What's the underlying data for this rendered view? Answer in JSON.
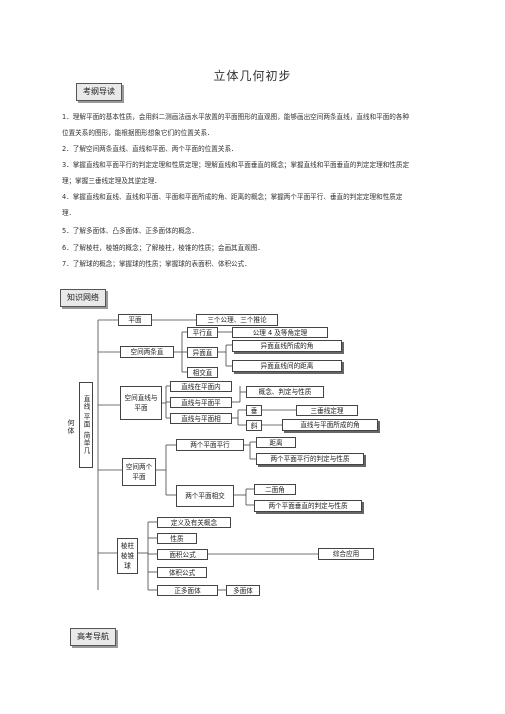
{
  "title": "立体几何初步",
  "sections": {
    "exam_guide": "考纲导读",
    "knowledge_network": "知识网络",
    "gaokao_guide": "高考导航"
  },
  "guide_items": [
    "1．理解平面的基本性质，会用斜二测画法画水平放置的平面图形的直观图，能够画出空间两条直线，直线和平面的各种位置关系的图形，能根据图形想象它们的位置关系．",
    "2．了解空间两条直线、直线和平面、两个平面的位置关系．",
    "3．掌握直线和平面平行的判定定理和性质定理；理解直线和平面垂直的概念；掌握直线和平面垂直的判定定理和性质定理；掌握三垂线定理及其逆定理．",
    "4．掌握直线和直线、直线和平面、平面和平面所成的角、距离的概念；掌握两个平面平行、垂直的判定定理和性质定理．",
    "5．了解多面体、凸多面体、正多面体的概念．",
    "6．了解棱柱，棱锥的概念；了解棱柱，棱锥的性质；会画其直观图．",
    "7．了解球的概念；掌握球的性质；掌握球的表面积、体积公式．"
  ],
  "network": {
    "root": "何体",
    "main_branch": "直线 平面 简单几",
    "plane": "平面",
    "axioms": "三个公理、三个推论",
    "lines_in_space": "空间两条直",
    "parallel": "平行直",
    "axiom4": "公理 4 及等角定理",
    "skew": "异面直",
    "skew_angle": "异面直线所成的角",
    "intersect": "相交直",
    "skew_distance": "异面直线间的距离",
    "line_plane": "空间直线与平面",
    "line_in_plane": "直线在平面内",
    "line_plane_parallel": "直线与平面平",
    "concept_criteria": "概念、判定与性质",
    "line_plane_intersect": "直线与平面相",
    "perpendicular": "垂",
    "three_perp": "三垂线定理",
    "oblique": "斜",
    "line_plane_angle": "直线与平面所成的角",
    "two_planes": "空间两个平面",
    "planes_parallel": "两个平面平行",
    "distance": "距离",
    "planes_parallel_criteria": "两个平面平行的判定与性质",
    "planes_intersect": "两个平面相交",
    "dihedral": "二面角",
    "planes_perp_criteria": "两个平面垂直的判定与性质",
    "solids": "棱柱 棱锥 球",
    "definition": "定义及有关概念",
    "properties": "性质",
    "area_formula": "面积公式",
    "comprehensive": "综合应用",
    "volume_formula": "体积公式",
    "regular_polyhedron": "正多面体",
    "polyhedron": "多面体"
  }
}
